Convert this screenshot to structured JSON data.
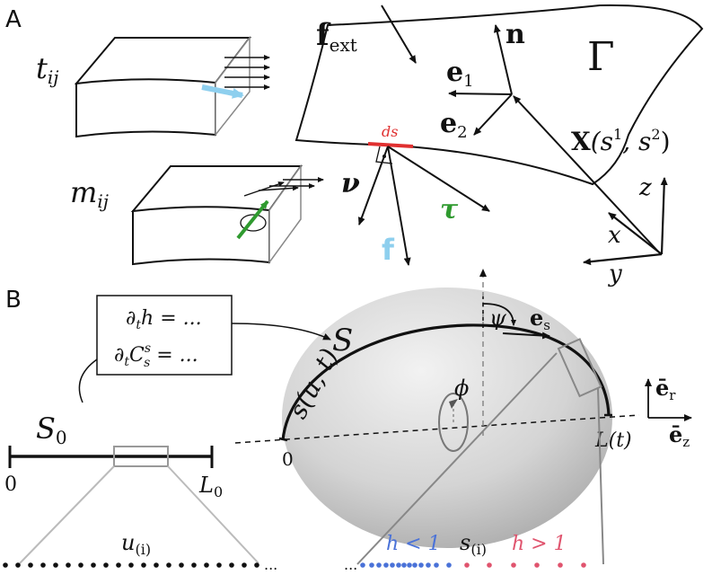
{
  "panels": {
    "a": "A",
    "b": "B"
  },
  "colors": {
    "ds_red": "#e03030",
    "f_blue": "#8ecfee",
    "tau_green": "#2f9a2f",
    "arrow_blue": "#8ecfee",
    "h_low_blue": "#4a72d8",
    "h_high_red": "#e0546e",
    "ellipsoid_gray": "#d8d8d8"
  },
  "panel_a": {
    "tension_label": "t",
    "tension_sub": "ij",
    "moment_label": "m",
    "moment_sub": "ij",
    "fext_main": "f",
    "fext_sub": "ext",
    "normal": "n",
    "e1_main": "e",
    "e1_sub": "1",
    "e2_main": "e",
    "e2_sub": "2",
    "surface": "Γ",
    "ds": "ds",
    "nu": "ν",
    "tau": "τ",
    "f": "f",
    "position_main": "X",
    "position_args": "(s",
    "position_sup1": "1",
    "position_mid": ", s",
    "position_sup2": "2",
    "position_close": ")",
    "axis_x": "x",
    "axis_y": "y",
    "axis_z": "z"
  },
  "panel_b": {
    "eq1": "∂",
    "eq1_sub": "t",
    "eq1_rest": "h = ...",
    "eq2": "∂",
    "eq2_sub": "t",
    "eq2_c": "C",
    "eq2_sup": "s",
    "eq2_csub": "s",
    "eq2_rest": " = ...",
    "s0_main": "S",
    "s0_sub": "0",
    "zero_left": "0",
    "l0_main": "L",
    "l0_sub": "0",
    "u_label": "u",
    "u_sub": "(i)",
    "curve": "S",
    "arclength": "s(u, t)",
    "psi": "ψ",
    "es_main": "e",
    "es_sub": "s",
    "phi": "ϕ",
    "zero_right": "0",
    "lt": "L(t)",
    "er_main": "ē",
    "er_sub": "r",
    "ez_main": "ē",
    "ez_sub": "z",
    "h_low": "h < 1",
    "s_label": "s",
    "s_sub": "(i)",
    "h_high": "h > 1",
    "ellipsis": "..."
  }
}
